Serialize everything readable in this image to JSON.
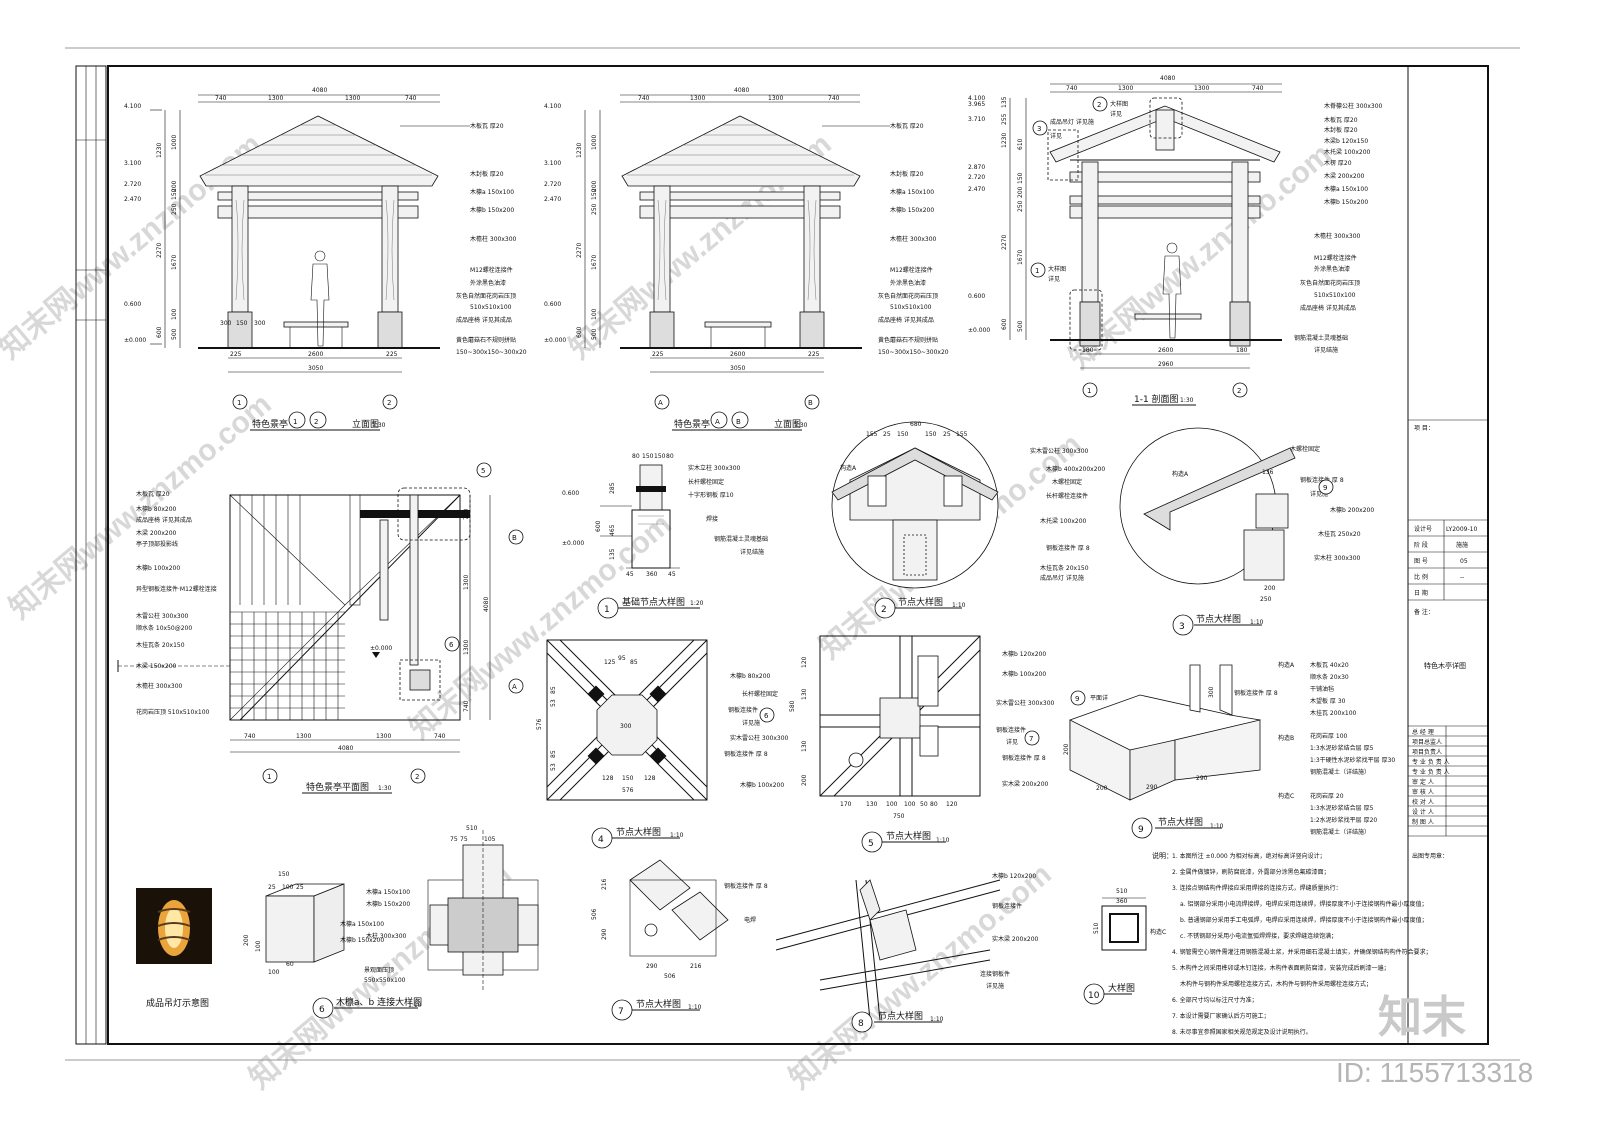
{
  "elevation1": {
    "dims_top": [
      "4080",
      "740",
      "1300",
      "1300",
      "740"
    ],
    "levels": [
      "4.100",
      "3.100",
      "2.720",
      "2.470",
      "0.600",
      "±0.000"
    ],
    "dims_left": [
      "1230",
      "1000",
      "200",
      "150",
      "250",
      "2270",
      "1670",
      "600",
      "100",
      "500"
    ],
    "dims_bottom": [
      "225",
      "2600",
      "225",
      "3050",
      "300",
      "150",
      "300"
    ],
    "notes": [
      "木板瓦 厚20",
      "木封板 厚20",
      "木檩a 150x100",
      "木檩b 150x200",
      "木檐柱 300x300",
      "M12螺栓连接件",
      "外涂黑色油漆",
      "灰色自然面花岗岩压顶",
      "510x510x100",
      "成品座椅 详见其成品",
      "黄色蘑菇石不规则拼贴",
      "150~300x150~300x20"
    ],
    "axes": [
      "1",
      "2"
    ],
    "title": "特色景亭",
    "title_nums": [
      "1",
      "2"
    ],
    "title_suffix": "立面图",
    "scale": "1:30"
  },
  "elevation2": {
    "dims_top": [
      "4080",
      "740",
      "1300",
      "1300",
      "740"
    ],
    "levels": [
      "4.100",
      "3.100",
      "2.720",
      "2.470",
      "0.600",
      "±0.000"
    ],
    "dims_left": [
      "1230",
      "1000",
      "200",
      "150",
      "250",
      "2270",
      "1670",
      "600",
      "100",
      "500"
    ],
    "dims_bottom": [
      "225",
      "2600",
      "225",
      "3050"
    ],
    "notes": [
      "木板瓦 厚20",
      "木封板 厚20",
      "木檩a 150x100",
      "木檩b 150x200",
      "木檐柱 300x300",
      "M12螺栓连接件",
      "外涂黑色油漆",
      "灰色自然面花岗岩压顶",
      "510x510x100",
      "成品座椅 详见其成品",
      "黄色蘑菇石不规则拼贴",
      "150~300x150~300x20"
    ],
    "axes": [
      "A",
      "B"
    ],
    "title": "特色景亭",
    "title_nums": [
      "A",
      "B"
    ],
    "title_suffix": "立面图",
    "scale": "1:30"
  },
  "section11": {
    "dims_top": [
      "4080",
      "740",
      "1300",
      "1300",
      "740"
    ],
    "levels": [
      "4.100",
      "3.965",
      "3.710",
      "2.870",
      "2.720",
      "2.470",
      "0.600",
      "±0.000"
    ],
    "dims_left": [
      "135",
      "255",
      "610",
      "1230",
      "150",
      "200",
      "250",
      "2270",
      "1670",
      "600",
      "500"
    ],
    "dims_bottom": [
      "180",
      "2600",
      "180",
      "2960"
    ],
    "notes": [
      "木脊檩公柱 300x300",
      "木板瓦 厚20",
      "木封板 厚20",
      "木梁b 120x150",
      "木托梁 100x200",
      "木楞 厚20",
      "木梁 200x200",
      "木檩a 150x100",
      "木檩b 150x200",
      "木檐柱 300x300",
      "M12螺栓连接件",
      "外涂黑色油漆",
      "灰色自然面花岗岩压顶",
      "510x510x100",
      "成品座椅 详见其成品",
      "钢筋混凝土灵魂基础",
      "详见结施"
    ],
    "callouts": [
      "2",
      "3",
      "1"
    ],
    "callout_labels": [
      "大样图",
      "详见",
      "大样图",
      "详见",
      "大样图",
      "详见",
      "成品吊灯 详见施"
    ],
    "axes": [
      "1",
      "2"
    ],
    "title": "1-1 剖面图",
    "scale": "1:30"
  },
  "plan": {
    "dims_bottom": [
      "740",
      "1300",
      "1300",
      "740",
      "4080"
    ],
    "dims_right": [
      "740",
      "1300",
      "4080",
      "1300",
      "740"
    ],
    "notes": [
      "木板瓦 厚20",
      "木檩b 80x200",
      "成品座椅 详见其成品",
      "木梁 200x200",
      "亭子顶部投影线",
      "木檩b 100x200",
      "异型钢板连接件·M12螺栓连接",
      "木雷公柱 300x300",
      "顺水条 10x50@200",
      "木挂瓦条 20x150",
      "木梁 150x200",
      "木檐柱 300x300",
      "花岗岩压顶 510x510x100"
    ],
    "callouts": [
      "5",
      "6"
    ],
    "axis_letters": [
      "B",
      "A"
    ],
    "axes": [
      "1",
      "2"
    ],
    "level": "±0.000",
    "title": "特色景亭平面图",
    "scale": "1:30"
  },
  "detail1": {
    "dims_top": [
      "80",
      "150",
      "150",
      "80"
    ],
    "levels": [
      "0.600",
      "±0.000"
    ],
    "dims_left": [
      "285",
      "600",
      "465",
      "135"
    ],
    "dims_bottom": [
      "45",
      "360",
      "45"
    ],
    "notes": [
      "实木立柱 300x300",
      "长杆螺栓固定",
      "十字形钢板 厚10",
      "焊接",
      "钢筋混凝土灵魂基础",
      "详见结施"
    ],
    "num": "1",
    "title": "基础节点大样图",
    "scale": "1:20"
  },
  "detail2": {
    "dims_top": [
      "680",
      "155",
      "25",
      "150",
      "150",
      "25",
      "155"
    ],
    "notes": [
      "实木雷公柱 300x300",
      "木檩b 400x200x200",
      "木螺栓固定",
      "长杆螺栓连接件",
      "木托梁 100x200",
      "钢板连接件 厚 8",
      "木挂瓦条 20x150",
      "成品吊灯 详见施"
    ],
    "side": "构造A",
    "num": "2",
    "title": "节点大样图",
    "scale": "1:10"
  },
  "detail3": {
    "notes": [
      "木螺栓固定",
      "钢板连接件 厚 8",
      "详见施",
      "木檩b 200x200",
      "木挂瓦 250x20",
      "实木柱 300x300",
      "构造A"
    ],
    "dims": [
      "136",
      "200",
      "250"
    ],
    "callout": "9",
    "num": "3",
    "title": "节点大样图",
    "scale": "1:10"
  },
  "detail4": {
    "dims_bottom": [
      "128",
      "150",
      "128",
      "576"
    ],
    "dims_left": [
      "576",
      "85",
      "53",
      "85",
      "53"
    ],
    "dims_diag": [
      "125",
      "95",
      "85"
    ],
    "notes": [
      "木檩b 80x200",
      "长杆螺栓固定",
      "钢板连接件",
      "详见施",
      "实木雷公柱 300x300",
      "钢板连接件 厚 8",
      "木檩b 100x200"
    ],
    "callout": "6",
    "num": "4",
    "title": "节点大样图",
    "scale": "1:10"
  },
  "detail5": {
    "dims_bottom": [
      "170",
      "130",
      "100",
      "100",
      "50",
      "80",
      "120",
      "750"
    ],
    "dims_left": [
      "120",
      "130",
      "580",
      "130",
      "200"
    ],
    "notes": [
      "木檩b 120x200",
      "木檩b 100x200",
      "实木雷公柱 300x300",
      "钢板连接件",
      "详见",
      "钢板连接件 厚 8",
      "实木梁 200x200"
    ],
    "callout": "7",
    "num": "5",
    "title": "节点大样图",
    "scale": "1:10"
  },
  "detail6": {
    "dims_top": [
      "150",
      "25",
      "100",
      "25",
      "510",
      "75",
      "75",
      "105"
    ],
    "notes": [
      "木檩a 150x100",
      "木檩b 150x200",
      "木柱 300x300",
      "木檩a 150x100",
      "木檩b 150x200",
      "景观面压顶",
      "550x550x100"
    ],
    "dims_side": [
      "100",
      "200",
      "60",
      "100"
    ],
    "num": "6",
    "title": "木檩a、b 连接大样图",
    "scale": "1:10"
  },
  "lamp": {
    "title": "成品吊灯示意图"
  },
  "detail7": {
    "dims_left": [
      "216",
      "506",
      "290"
    ],
    "dims_bottom": [
      "290",
      "216",
      "506"
    ],
    "notes": [
      "钢板连接件 厚 8",
      "电焊"
    ],
    "num": "7",
    "title": "节点大样图",
    "scale": "1:10"
  },
  "detail8": {
    "notes": [
      "木檩b 120x200",
      "钢板连接件",
      "实木梁 200x200",
      "连接钢板件",
      "详见施"
    ],
    "num": "8",
    "title": "节点大样图",
    "scale": "1:10"
  },
  "detail9": {
    "dims": [
      "300",
      "200",
      "290",
      "200",
      "290"
    ],
    "label_plan": "平面详",
    "notes_a": [
      "构造A",
      "木板瓦 40x20",
      "顺水条 20x30",
      "干铺油毡",
      "木望板 厚 30",
      "木挂瓦 200x100"
    ],
    "notes_b": [
      "构造B",
      "花岗岩厚 100",
      "1:3水泥砂浆结合层 厚5",
      "1:3干硬性水泥砂浆找平层 厚30",
      "钢筋混凝土（详结施）"
    ],
    "notes_c": [
      "构造C",
      "花岗岩厚 20",
      "1:3水泥砂浆结合层 厚5",
      "1:2水泥砂浆找平层 厚20",
      "钢筋混凝土（详结施）"
    ],
    "plate": "钢板连接件 厚 8",
    "num": "9",
    "title": "节点大样图",
    "scale": "1:10"
  },
  "detail10": {
    "dims": [
      "510",
      "360",
      "510"
    ],
    "note": "构造C",
    "num": "10",
    "title": "大样图"
  },
  "notes": {
    "heading": "说明：",
    "items": [
      "1. 本图所注 ±0.000 为相对标高，绝对标高详竖向设计；",
      "2. 金属件做镀锌，刷防腐底漆，外露部分涂黑色氟碳漆面；",
      "3. 连接点钢结构件焊接应采用焊接的连接方式，焊缝质量执行：",
      "a. 铝钢部分采用小电流焊接焊，电焊应采用连续焊，焊接厚度不小于连接钢构件最小厚度值；",
      "b. 普通钢部分采用手工电弧焊，电焊应采用连续焊，焊接厚度不小于连接钢构件最小厚度值；",
      "c. 不锈钢部分采用小电流氩弧焊焊接，要求焊缝连续饱满；",
      "4. 钢管需空心钢件需灌注用钢筋混凝土浆，并采用细石混凝土填实，并确保钢结构构件符合要求；",
      "5. 木构件之间采用榫卯或木钉连接，木构件表面刷防腐漆，安装完成后刷漆一遍；",
      "木构件与钢构件采用螺栓连接方式，木构件与钢构件采用螺栓连接方式；",
      "6. 全部尺寸均以标注尺寸为准；",
      "7. 本设计需要厂家确认后方可施工；",
      "8. 未尽事宜参照国家相关规范规定及设计说明执行。"
    ]
  },
  "titleblock": {
    "project_label": "项 目：",
    "rows": [
      {
        "k": "设计号",
        "v": "LY2009-10"
      },
      {
        "k": "阶 段",
        "v": "施施"
      },
      {
        "k": "图 号",
        "v": "05"
      },
      {
        "k": "比 例",
        "v": "--"
      },
      {
        "k": "日 期",
        "v": ""
      }
    ],
    "remarks_label": "备 注：",
    "drawing_name": "特色木亭详图",
    "sign_rows": [
      "总 经 理",
      "项目总监人",
      "项目负责人",
      "专 业 负 责 人",
      "专 业 负 责 人",
      "审 定 人",
      "审 核 人",
      "校 对 人",
      "设 计 人",
      "制 图 人"
    ],
    "cert_label": "出图专用章："
  },
  "watermarks": [
    "知末网www.znzmo.com",
    "知末网www.znzmo.com",
    "知末网www.znzmo.com",
    "知末网www.znzmo.com",
    "知末网www.znzmo.com",
    "知末网www.znzmo.com",
    "知末网www.znzmo.com",
    "知末网www.znzmo.com"
  ],
  "brand": "知末",
  "id_label": "ID: 1155713318"
}
